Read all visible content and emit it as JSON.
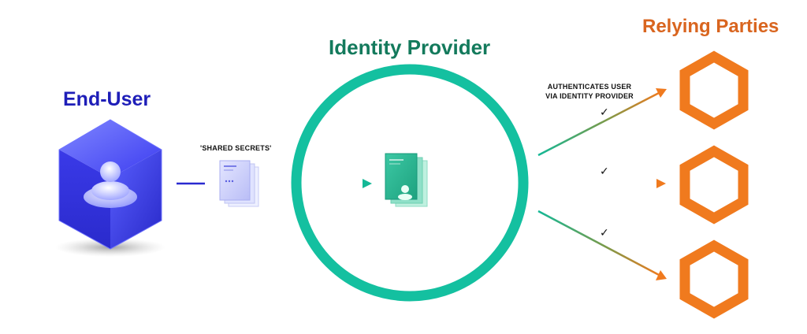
{
  "end_user": {
    "title": "End-User",
    "color": "#1e1eb8"
  },
  "identity_provider": {
    "title": "Identity Provider",
    "color": "#137a5c",
    "ring_color": "#14c0a0"
  },
  "relying_parties": {
    "title": "Relying Parties",
    "color": "#d9651f",
    "count": 3,
    "hex_color": "#f07a1e"
  },
  "shared_secrets_label": "'SHARED SECRETS'",
  "auth_label": {
    "line1": "AUTHENTICATES USER",
    "line2": "VIA IDENTITY PROVIDER"
  },
  "check_glyph": "✓",
  "icons": {
    "end_user_cube": "user-cube-icon",
    "secrets_card": "credential-card-icon",
    "idp_card": "identity-card-icon",
    "relying_party": "hexagon-icon"
  }
}
